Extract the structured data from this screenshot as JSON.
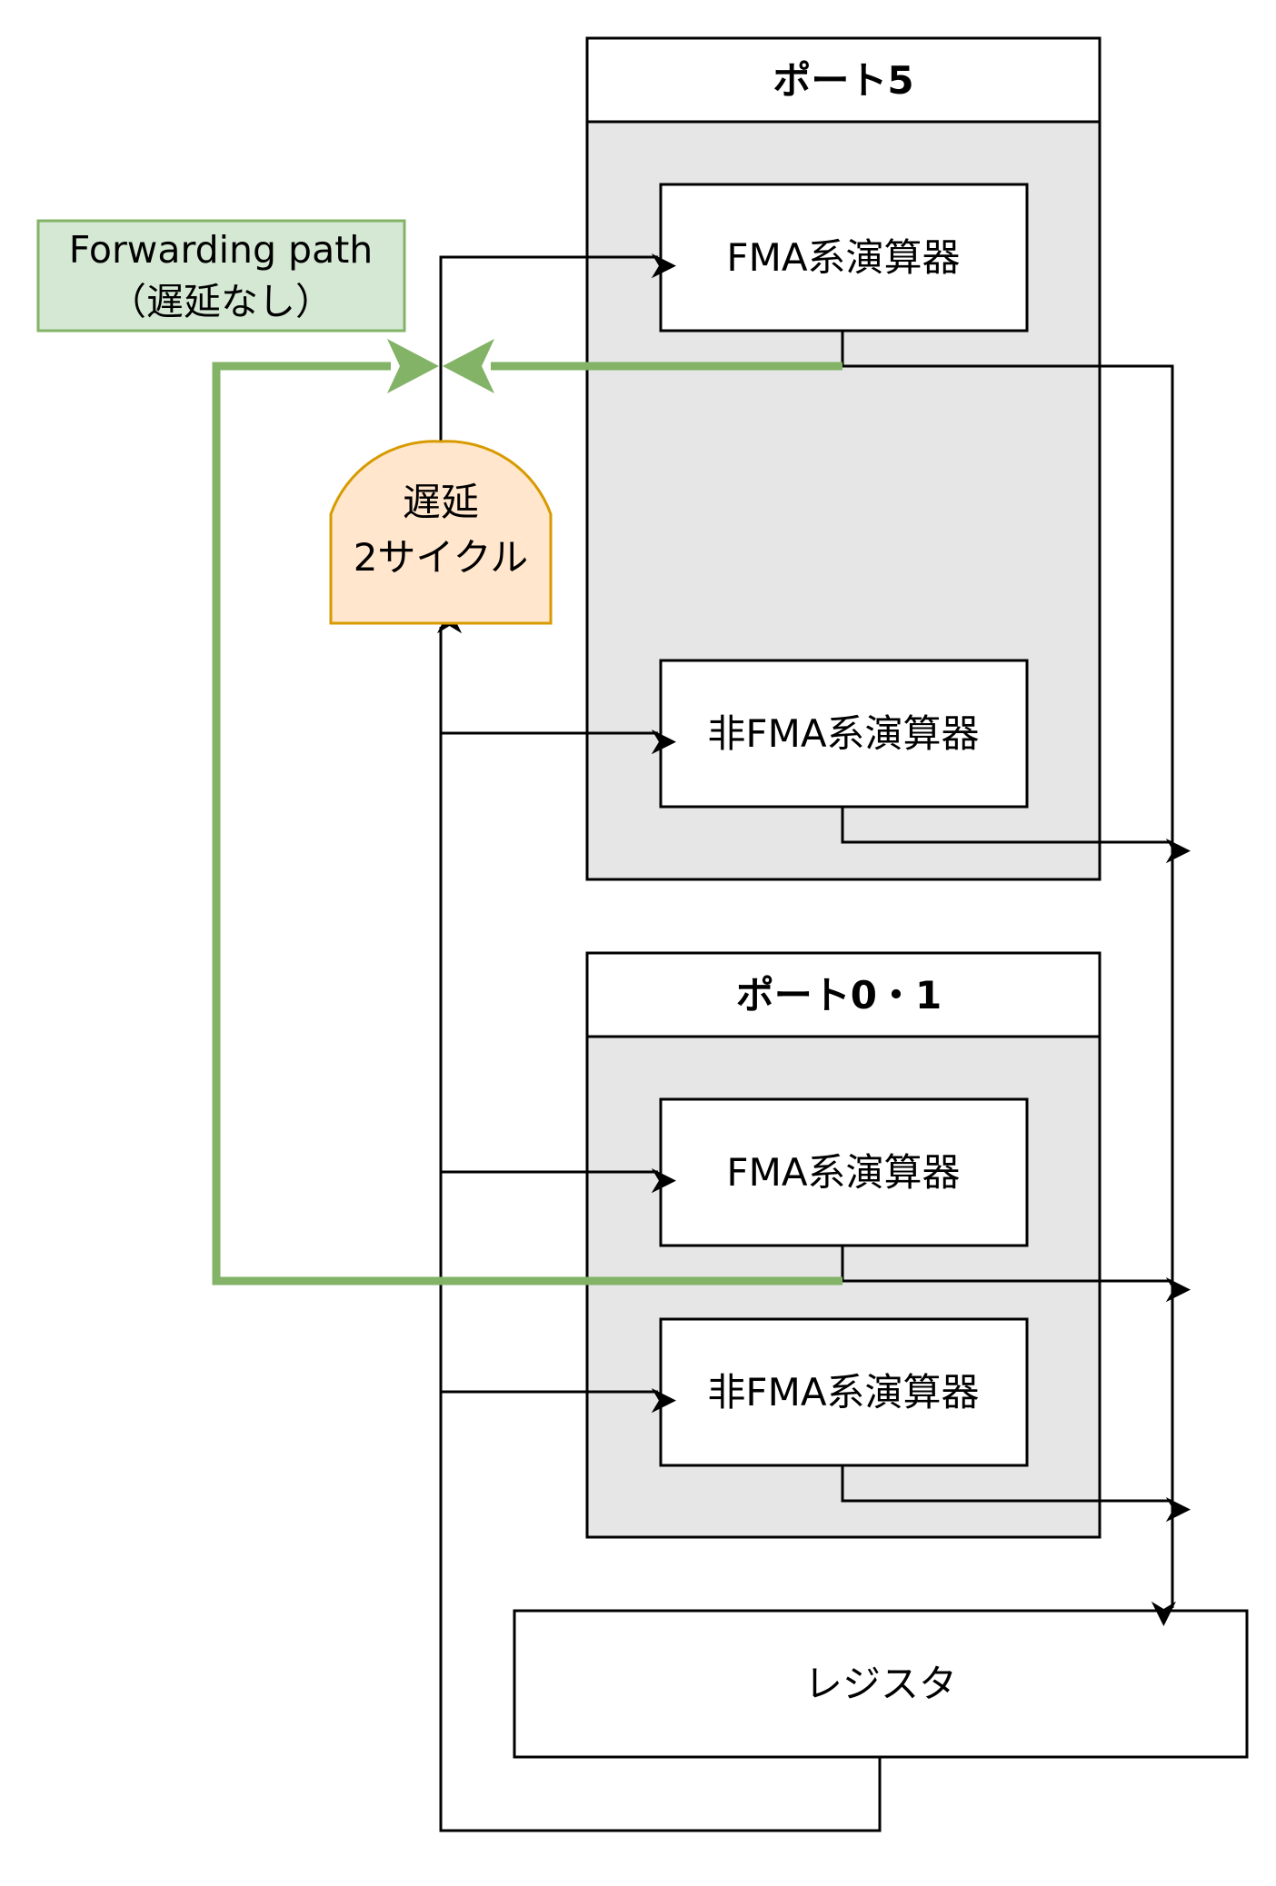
{
  "ports": [
    {
      "header": "ポート5",
      "units": [
        "FMA系演算器",
        "非FMA系演算器"
      ]
    },
    {
      "header": "ポート0・1",
      "units": [
        "FMA系演算器",
        "非FMA系演算器"
      ]
    }
  ],
  "register": {
    "label": "レジスタ"
  },
  "delay": {
    "line1": "遅延",
    "line2": "2サイクル"
  },
  "forwarding": {
    "line1": "Forwarding path",
    "line2": "（遅延なし）"
  },
  "colors": {
    "panel_fill": "#e6e6e6",
    "forwarding_path": "#82b366",
    "forwarding_fill": "#d5e8d4",
    "delay_fill": "#ffe6cc",
    "delay_stroke": "#d79b00",
    "line": "#000000"
  }
}
